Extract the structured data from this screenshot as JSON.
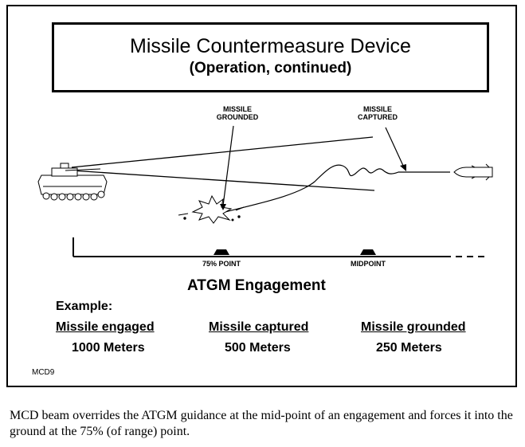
{
  "slide": {
    "title": "Missile Countermeasure Device",
    "subtitle": "(Operation, continued)",
    "labels": {
      "missile_grounded": "MISSILE\nGROUNDED",
      "missile_captured": "MISSILE\nCAPTURED",
      "point_75": "75% POINT",
      "midpoint": "MIDPOINT"
    },
    "engagement_title": "ATGM Engagement",
    "example_label": "Example:",
    "columns": [
      {
        "heading": "Missile engaged",
        "value": "1000 Meters"
      },
      {
        "heading": "Missile captured",
        "value": "500 Meters"
      },
      {
        "heading": "Missile grounded",
        "value": "250 Meters"
      }
    ],
    "slide_code": "MCD9"
  },
  "caption": "MCD beam overrides the ATGM guidance at the mid-point of an engagement and forces it into the ground at the 75% (of range) point.",
  "icons": [
    "tank-icon",
    "missile-icon",
    "explosion-icon",
    "marker-icon"
  ]
}
